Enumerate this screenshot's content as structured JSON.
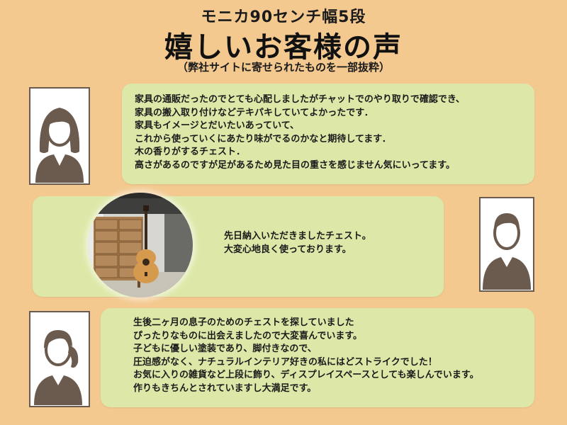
{
  "header": {
    "subtitle": "モニカ90センチ幅5段",
    "title": "嬉しいお客様の声",
    "note": "（弊社サイトに寄せられたものを一部抜粋）"
  },
  "reviews": [
    {
      "text": "家具の通販だったのでとても心配しましたがチャットでのやり取りで確認でき、\n家具の搬入取り付けなどテキパキしていてよかったです．\n家具もイメージとだいたいあっていて、\nこれから使っていくにあたり味がでるのかなと期待してます．\n木の香りがするチェスト．\n高さがあるのですが足があるため見た目の重さを感じません気にいってます。"
    },
    {
      "text": "先日納入いただきましたチェスト。\n大変心地良く使っております。"
    },
    {
      "text": "生後二ヶ月の息子のためのチェストを探していました\nぴったりなものに出会えましたので大変喜んでいます。\n子どもに優しい塗装であり、脚付きなので、\n圧迫感がなく、ナチュラルインテリア好きの私にはどストライクでした！\nお気に入りの雑貨など上段に飾り、ディスプレイスペースとしても楽しんでいます。\n作りもきちんとされていますし大満足です。"
    }
  ],
  "colors": {
    "background": "#f3c98f",
    "card": "#dde8a8",
    "avatar": "#6b5a4e"
  },
  "icons": {
    "avatar1": "woman-avatar-icon",
    "avatar2": "man-avatar-icon",
    "avatar3": "woman-ponytail-avatar-icon",
    "photo": "chest-and-guitar-photo"
  }
}
